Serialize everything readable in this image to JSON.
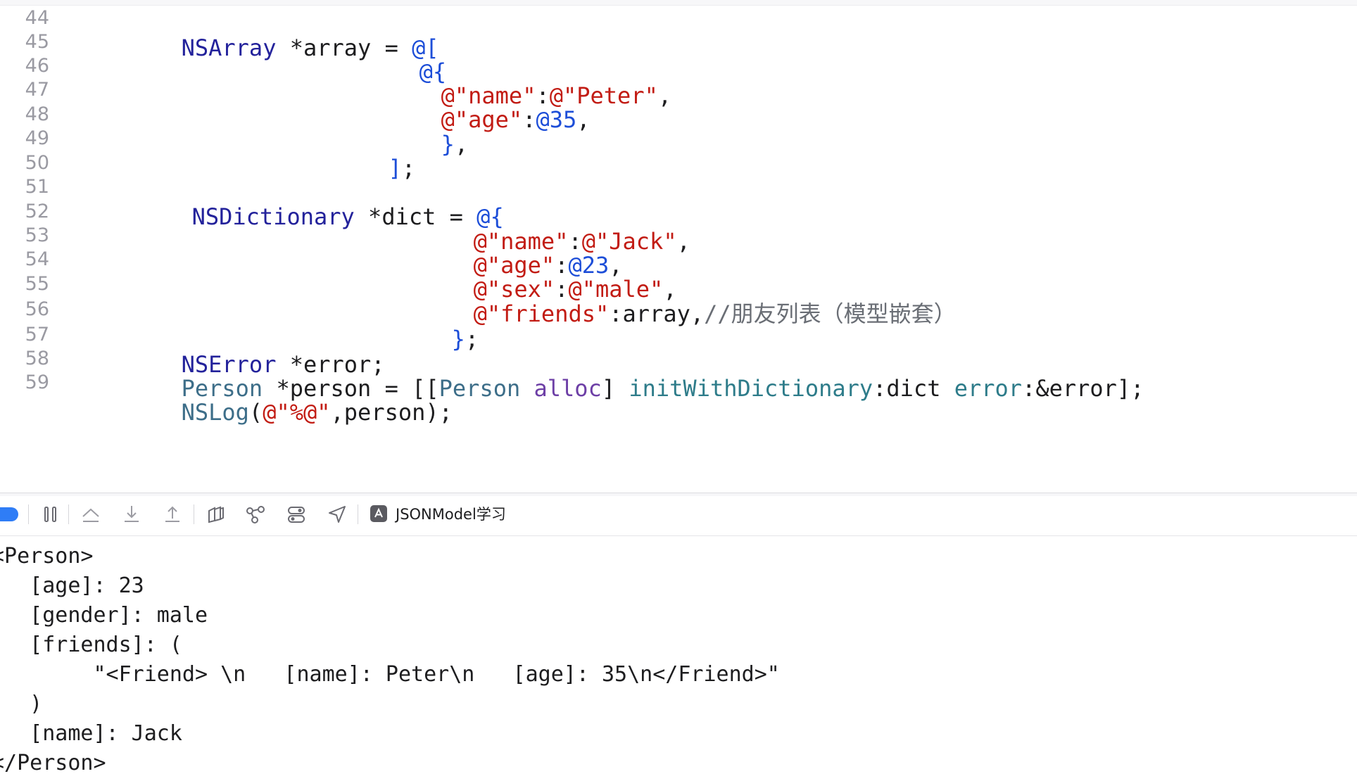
{
  "editor": {
    "lines": [
      {
        "number": "44",
        "tokens": [
          {
            "text": "NSArray",
            "kind": "type"
          },
          {
            "text": " *array = ",
            "kind": "plain"
          },
          {
            "text": "@[",
            "kind": "blue"
          }
        ]
      },
      {
        "number": "45",
        "tokens": [
          {
            "text": "@{",
            "kind": "blue"
          }
        ]
      },
      {
        "number": "46",
        "tokens": [
          {
            "text": "@\"name\"",
            "kind": "str"
          },
          {
            "text": ":",
            "kind": "plain"
          },
          {
            "text": "@\"Peter\"",
            "kind": "str"
          },
          {
            "text": ",",
            "kind": "plain"
          }
        ]
      },
      {
        "number": "47",
        "tokens": [
          {
            "text": "@\"age\"",
            "kind": "str"
          },
          {
            "text": ":",
            "kind": "plain"
          },
          {
            "text": "@35",
            "kind": "num"
          },
          {
            "text": ",",
            "kind": "plain"
          }
        ]
      },
      {
        "number": "48",
        "tokens": [
          {
            "text": "}",
            "kind": "blue"
          },
          {
            "text": ",",
            "kind": "plain"
          }
        ]
      },
      {
        "number": "49",
        "tokens": [
          {
            "text": "]",
            "kind": "blue"
          },
          {
            "text": ";",
            "kind": "plain"
          }
        ]
      },
      {
        "number": "50",
        "tokens": []
      },
      {
        "number": "51",
        "tokens": [
          {
            "text": "NSDictionary",
            "kind": "type"
          },
          {
            "text": " *dict = ",
            "kind": "plain"
          },
          {
            "text": "@{",
            "kind": "blue"
          }
        ]
      },
      {
        "number": "52",
        "tokens": [
          {
            "text": "@\"name\"",
            "kind": "str"
          },
          {
            "text": ":",
            "kind": "plain"
          },
          {
            "text": "@\"Jack\"",
            "kind": "str"
          },
          {
            "text": ",",
            "kind": "plain"
          }
        ]
      },
      {
        "number": "53",
        "tokens": [
          {
            "text": "@\"age\"",
            "kind": "str"
          },
          {
            "text": ":",
            "kind": "plain"
          },
          {
            "text": "@23",
            "kind": "num"
          },
          {
            "text": ",",
            "kind": "plain"
          }
        ]
      },
      {
        "number": "54",
        "tokens": [
          {
            "text": "@\"sex\"",
            "kind": "str"
          },
          {
            "text": ":",
            "kind": "plain"
          },
          {
            "text": "@\"male\"",
            "kind": "str"
          },
          {
            "text": ",",
            "kind": "plain"
          }
        ]
      },
      {
        "number": "55",
        "tokens": [
          {
            "text": "@\"friends\"",
            "kind": "str"
          },
          {
            "text": ":array,",
            "kind": "plain"
          },
          {
            "text": "//朋友列表（模型嵌套）",
            "kind": "cmt"
          }
        ]
      },
      {
        "number": "56",
        "tokens": [
          {
            "text": "}",
            "kind": "blue"
          },
          {
            "text": ";",
            "kind": "plain"
          }
        ]
      },
      {
        "number": "57",
        "tokens": [
          {
            "text": "NSError",
            "kind": "type"
          },
          {
            "text": " *error;",
            "kind": "plain"
          }
        ]
      },
      {
        "number": "58",
        "tokens": [
          {
            "text": "Person",
            "kind": "cls"
          },
          {
            "text": " *person = [[",
            "kind": "plain"
          },
          {
            "text": "Person",
            "kind": "cls"
          },
          {
            "text": " ",
            "kind": "plain"
          },
          {
            "text": "alloc",
            "kind": "sel"
          },
          {
            "text": "] ",
            "kind": "plain"
          },
          {
            "text": "initWithDictionary",
            "kind": "meth"
          },
          {
            "text": ":dict ",
            "kind": "plain"
          },
          {
            "text": "error",
            "kind": "meth"
          },
          {
            "text": ":&error];",
            "kind": "plain"
          }
        ]
      },
      {
        "number": "59",
        "tokens": [
          {
            "text": "NSLog",
            "kind": "cls"
          },
          {
            "text": "(",
            "kind": "plain"
          },
          {
            "text": "@\"%@\"",
            "kind": "str"
          },
          {
            "text": ",person);",
            "kind": "plain"
          }
        ]
      }
    ]
  },
  "debug_bar": {
    "controls": [
      {
        "name": "breakpoints-toggle-icon"
      },
      {
        "name": "pause-continue-icon"
      },
      {
        "name": "step-over-icon"
      },
      {
        "name": "step-into-icon"
      },
      {
        "name": "step-out-icon"
      },
      {
        "name": "view-hierarchy-icon"
      },
      {
        "name": "memory-graph-icon"
      },
      {
        "name": "environment-overrides-icon"
      },
      {
        "name": "simulate-location-icon"
      }
    ],
    "scheme_icon": "app-target-icon",
    "scheme_label": "JSONModel学习"
  },
  "console": {
    "lines": [
      "<Person>",
      "   [age]: 23",
      "   [gender]: male",
      "   [friends]: (",
      "        \"<Friend> \\n   [name]: Peter\\n   [age]: 35\\n</Friend>\"",
      "   )",
      "   [name]: Jack",
      "</Person>"
    ]
  },
  "colors": {
    "type_keyword": "#23229b",
    "string_literal": "#c21c14",
    "number_literal": "#1d4ed8",
    "class_name": "#3d6e89",
    "method_name": "#2e7c8a",
    "selector": "#6d3fa6",
    "comment": "#6a6e75",
    "line_number": "#9a9aa2",
    "breakpoint_accent": "#2f7df6"
  }
}
